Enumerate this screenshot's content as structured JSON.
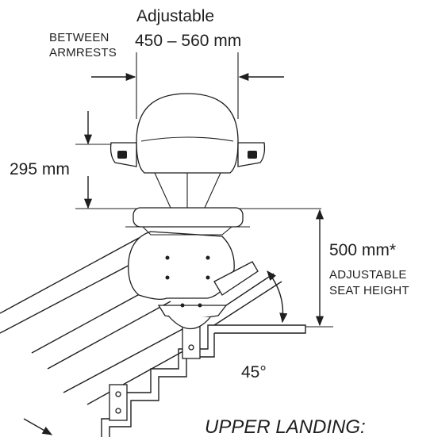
{
  "labels": {
    "width_top": "Adjustable",
    "width_range": "450 – 560 mm",
    "between_line1": "BETWEEN",
    "between_line2": "ARMRESTS",
    "armrest_height": "295 mm",
    "seat_height": "500 mm*",
    "adjustable_seat_line1": "ADJUSTABLE",
    "adjustable_seat_line2": "SEAT HEIGHT",
    "angle": "45°",
    "upper_landing": "UPPER LANDING:"
  },
  "colors": {
    "ink": "#1f1f1f",
    "paper": "#ffffff"
  }
}
